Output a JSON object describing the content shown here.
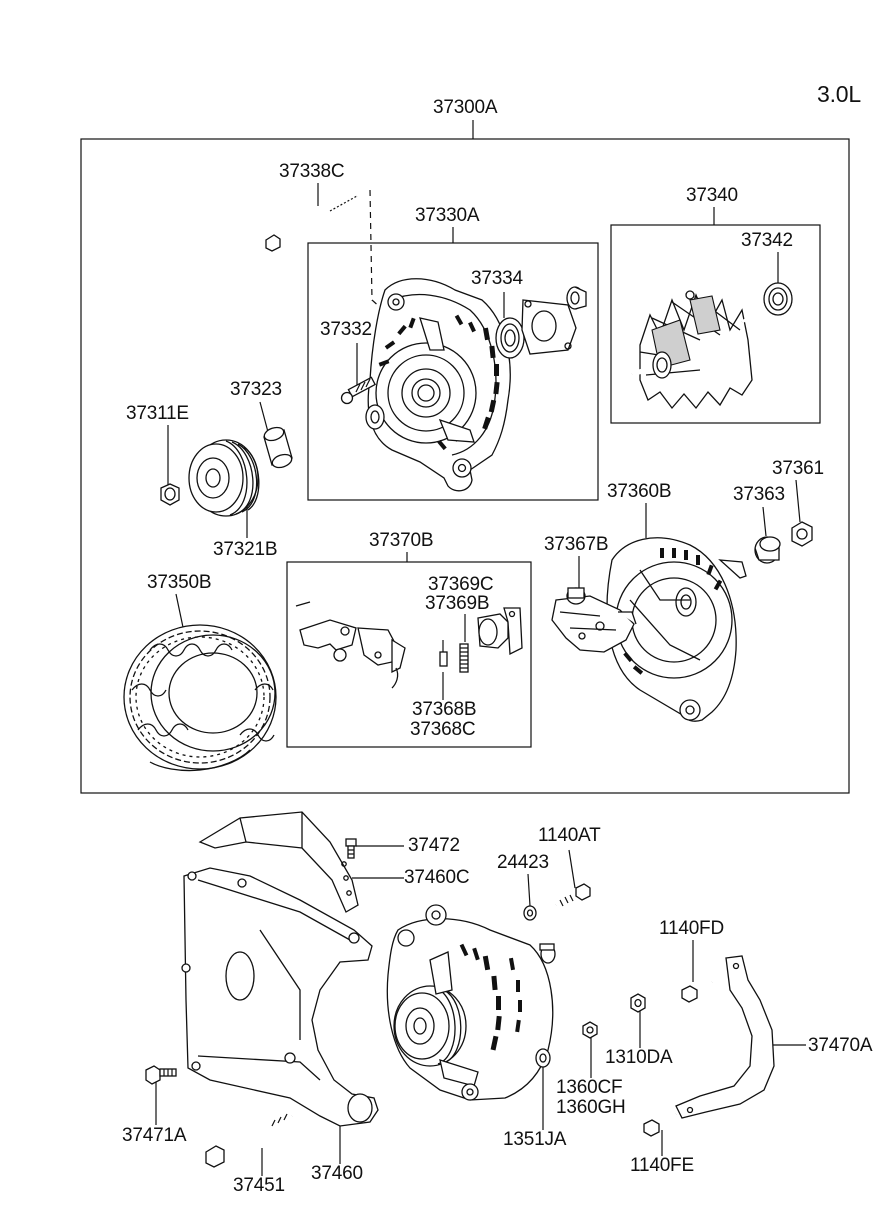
{
  "engine": "3.0L",
  "labels": {
    "assembly": "37300A",
    "bolt_long": "37338C",
    "front_bracket": "37330A",
    "bearing_front": "37334",
    "screw_front": "37332",
    "rotor": "37340",
    "bearing_rear": "37342",
    "nut_pulley": "37311E",
    "spacer": "37323",
    "pulley": "37321B",
    "rear_bracket": "37360B",
    "cover_rear": "37361",
    "bushing": "37363",
    "rectifier": "37367B",
    "brush_holder": "37370B",
    "brush_spring_c": "37369C",
    "brush_spring_b": "37369B",
    "brush_b": "37368B",
    "brush_c": "37368C",
    "stator": "37350B",
    "bolt_bracket_top": "37472",
    "bracket_upper": "37460C",
    "bolt_1140AT": "1140AT",
    "washer_24423": "24423",
    "bolt_1140FD": "1140FD",
    "nut_1310DA": "1310DA",
    "strap": "37470A",
    "nut_1360CF": "1360CF",
    "nut_1360GH": "1360GH",
    "washer_1351JA": "1351JA",
    "bolt_37471A": "37471A",
    "bolt_37451": "37451",
    "bracket_main": "37460",
    "bolt_1140FE": "1140FE"
  }
}
